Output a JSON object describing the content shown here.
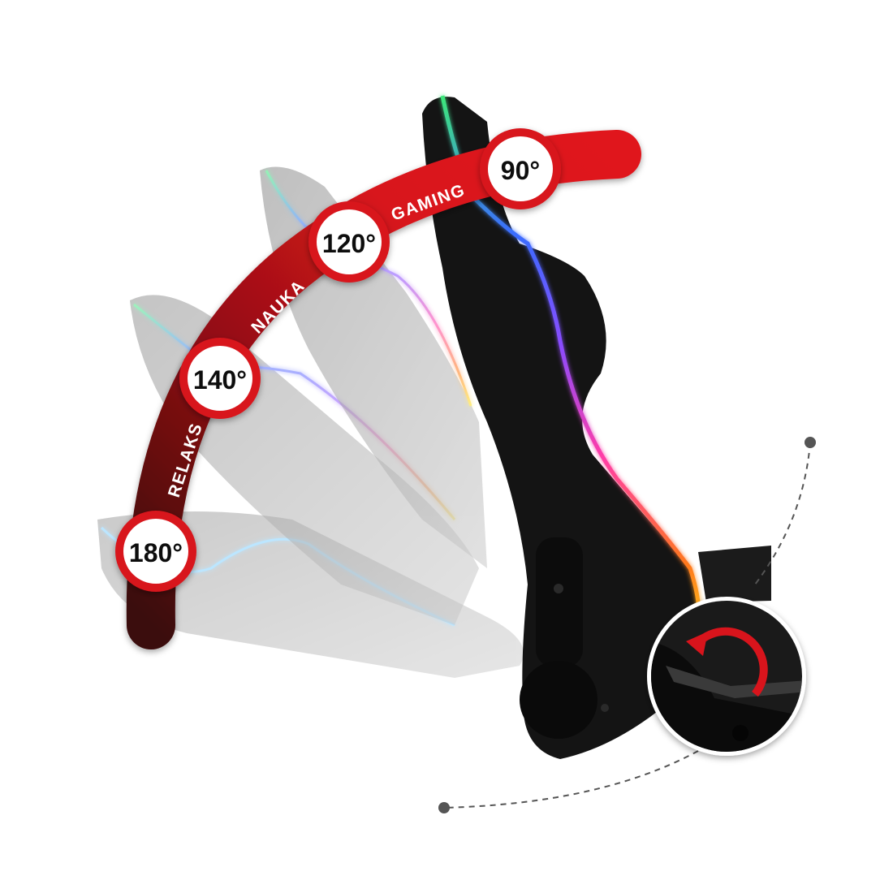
{
  "colors": {
    "arc_red": "#d8141c",
    "arc_dark": "#4a0a0c",
    "chair": "#141414",
    "ghost": "#9a9a9a",
    "rgb_strip": [
      "#3ee87a",
      "#3a6cff",
      "#8a4cff",
      "#ff3ca8",
      "#ff7a1a",
      "#ffe21a"
    ]
  },
  "modes": [
    {
      "label": "RELAKS"
    },
    {
      "label": "NAUKA"
    },
    {
      "label": "GAMING"
    }
  ],
  "angles": [
    {
      "label": "180°",
      "value": 180
    },
    {
      "label": "140°",
      "value": 140
    },
    {
      "label": "120°",
      "value": 120
    },
    {
      "label": "90°",
      "value": 90
    }
  ],
  "icons": {
    "recline_lever": "rotate-arrow-icon",
    "path_endpoints": "dot-icon"
  }
}
